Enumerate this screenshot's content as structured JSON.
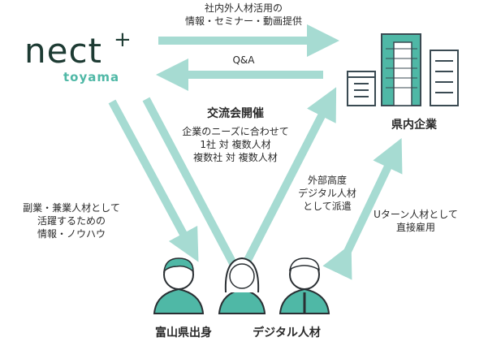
{
  "logo": {
    "name": "nect",
    "plus": "+",
    "region": "toyama"
  },
  "top_arrow_label": [
    "社内外人材活用の",
    "情報・セミナー・動画提供"
  ],
  "qa_label": "Q&A",
  "exchange": {
    "title": "交流会開催",
    "lines": [
      "企業のニーズに合わせて",
      "1社 対 複数人材",
      "複数社 対 複数人材"
    ]
  },
  "company_label": "県内企業",
  "left_arrow_label": [
    "副業・兼業人材として",
    "活躍するための",
    "情報・ノウハウ"
  ],
  "dispatch_label": [
    "外部高度",
    "デジタル人材",
    "として派遣"
  ],
  "uturn_label": [
    "Uターン人材として",
    "直接雇用"
  ],
  "bottom": {
    "origin": "富山県出身",
    "digital": "デジタル人材"
  },
  "colors": {
    "arrow": "#a6dbd2",
    "teal": "#4fb8a6",
    "dark": "#1d3b33",
    "building": "#3a4a52"
  }
}
